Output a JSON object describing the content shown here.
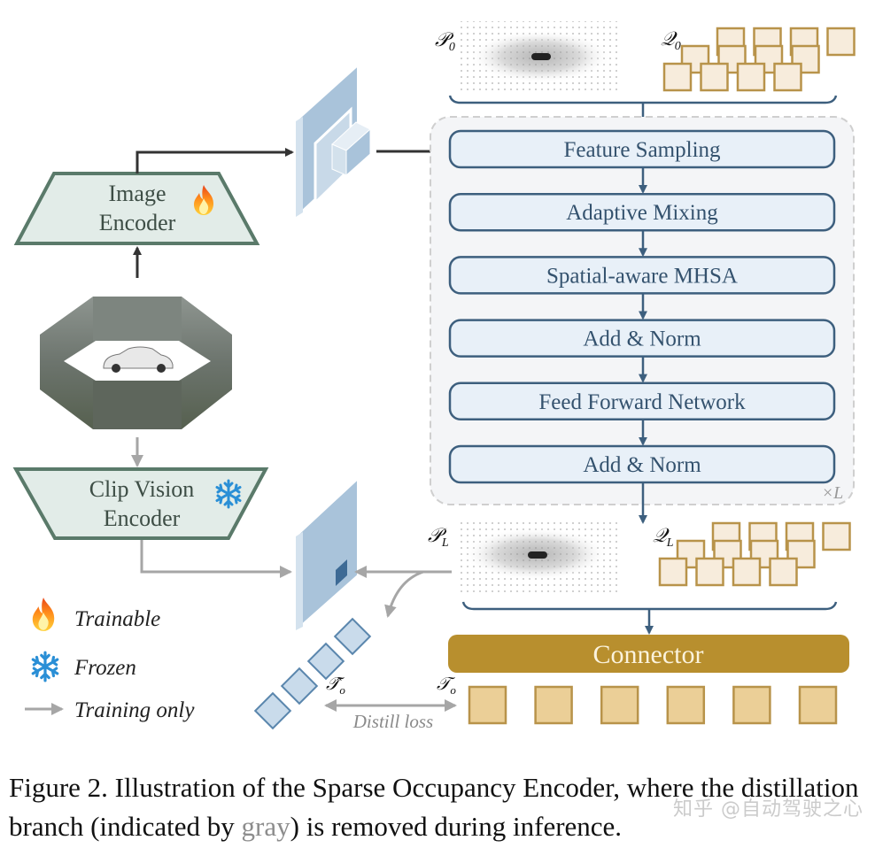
{
  "diagram": {
    "image_encoder": {
      "line1": "Image",
      "line2": "Encoder",
      "status_icon": "fire-icon"
    },
    "clip_encoder": {
      "line1": "Clip Vision",
      "line2": "Encoder",
      "status_icon": "snowflake-icon"
    },
    "points_initial_label": "P0",
    "points_initial_sub": "0",
    "queries_initial_label": "Q",
    "queries_initial_sub": "0",
    "points_final_label": "P",
    "points_final_sub": "L",
    "queries_final_label": "Q",
    "queries_final_sub": "L",
    "decoder_stages": [
      {
        "label": "Feature Sampling"
      },
      {
        "label": "Adaptive Mixing"
      },
      {
        "label": "Spatial-aware MHSA"
      },
      {
        "label": "Add & Norm"
      },
      {
        "label": "Feed Forward Network"
      },
      {
        "label": "Add & Norm"
      }
    ],
    "repeat_label": "×L",
    "connector_label": "Connector",
    "token_hat_label": "T̂",
    "token_hat_sub": "o",
    "token_label": "T",
    "token_sub": "o",
    "distill_label": "Distill loss",
    "output_token_count": 6,
    "colors": {
      "stage_fill": "#e8f0f8",
      "stage_stroke": "#3d5f7e",
      "encoder_fill": "#e2ece8",
      "encoder_stroke": "#5a7a6a",
      "connector": "#b88f2e",
      "query_fill": "#f7ecdc",
      "query_stroke": "#b8934a",
      "token_fill": "#ebcf97",
      "training_gray": "#a6a6a6"
    }
  },
  "legend": {
    "items": [
      {
        "icon": "fire-icon",
        "label": "Trainable"
      },
      {
        "icon": "snowflake-icon",
        "label": "Frozen"
      },
      {
        "icon": "gray-arrow-icon",
        "label": "Training only"
      }
    ]
  },
  "caption": {
    "part1": "Figure 2. Illustration of the Sparse Occupancy Encoder, where the distillation branch (indicated by ",
    "gray_word": "gray",
    "part2": ") is removed during inference."
  },
  "watermark": "知乎 @自动驾驶之心"
}
